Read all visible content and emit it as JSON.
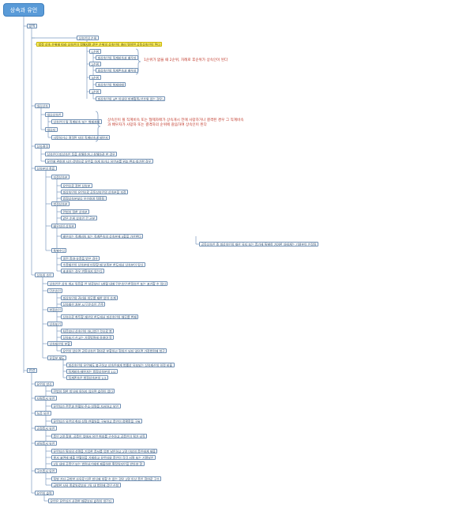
{
  "root": "상속과 유언",
  "sections": {
    "inheritance": "상속",
    "will": "유언"
  },
  "nodes": {
    "inheritors": "상속인의 순위",
    "yellow_note": "법정 상속 순위에 따라 상속인이 정해지며 같은 순위의 상속인이 여러 명이면 공동상속인이 된다",
    "rank1": "1순위",
    "rank1_desc": "피상속인의 직계비속과 배우자",
    "rank2": "2순위",
    "rank2_desc": "피상속인의 직계존속과 배우자",
    "rank3": "3순위",
    "rank3_desc": "피상속인의 형제자매",
    "rank4": "4순위",
    "rank4_desc": "피상속인의 4촌 이내의 방계혈족(선순위 없는 경우)",
    "representation": "대습상속",
    "representation_a": "대습상속인",
    "representation_a_desc": "상속인이 될 직계비속 또는 형제자매",
    "representation_b": "대습자",
    "representation_b_desc": "사망하거나 결격된 자의 직계비속과 배우자",
    "disqualification": "상속결격",
    "disqualification_a": "상속인이 피상속인 등을 살해하거나 살해하려 한 경우",
    "disqualification_b": "유언에 관하여 사기·강박으로 유언을 하게 하거나 유언서를 위조·변조·파기한 경우",
    "shares": "상속분의 종류",
    "share_designated": "지정상속분",
    "share_designated_a": "유언으로 정한 상속분",
    "share_designated_b": "피상속인이 유언으로 공동상속인의 상속분을 지정",
    "share_designated_c": "법정상속분보다 우선하여 적용됨",
    "share_legal": "법정상속분",
    "share_legal_a": "민법이 정한 상속분",
    "share_legal_b": "같은 순위 상속인 간 균분",
    "share_spouse": "배우자의 상속분",
    "share_spouse_a": "배우자는 직계비속 또는 직계존속의 상속분에 5할을 가산한다",
    "share_spouse_b": "공동상속인 중 피상속인의 재산 유지 또는 증가에 특별히 기여한 자에게는 기여분이 인정됨",
    "share_special": "특별수익",
    "share_special_a": "생전 증여·유증을 받은 경우",
    "share_special_b": "수증재산이 상속분에 미달할 때 부족분 한도에서 상속분이 있다",
    "share_special_c": "초과하는 경우 반환하지 않는다",
    "acceptance": "상속의 승인",
    "acceptance_a": "상속인은 상속 개시 있음을 안 날로부터 3개월 내에 단순승인·한정승인 또는 포기할 수 있다",
    "acceptance_b": "단순승인",
    "acceptance_b1": "피상속인의 권리와 의무를 제한 없이 승계",
    "acceptance_b2": "상속재산 처분 시 단순승인 간주",
    "acceptance_c": "한정승인",
    "acceptance_c1": "상속으로 취득할 재산의 한도에서 피상속인의 채무를 변제",
    "acceptance_d": "상속포기",
    "acceptance_d1": "처음부터 상속인이 아니었던 것으로 봄",
    "acceptance_d2": "상속포기 신고는 가정법원에 하여야 함",
    "acceptance_e": "상속재산의 분할",
    "acceptance_e1": "유언이 없으면 공동상속인 협의로 분할하고 협의가 되지 않으면 가정법원에 청구",
    "acceptance_f": "유류분 제도",
    "acceptance_f1": "피상속인의 유언에도 불구하고 상속인에게 법률상 유보되는 상속재산의 일정 비율",
    "acceptance_f2": "직계비속·배우자는 법정상속분의 1/2",
    "acceptance_f3": "직계존속은 법정상속분의 1/3",
    "will_form": "유언의 방식",
    "will_form_a": "민법이 정한 방식에 의하지 않으면 효력이 없다",
    "will_autograph": "자필증서 유언",
    "will_autograph_a": "유언자가 전문과 연월일·주소·성명을 자서하고 날인",
    "will_recording": "녹음 유언",
    "will_recording_a": "유언자가 유언의 취지·성명·연월일을 구술하고 증인이 정확함을 구술",
    "will_notary": "공정증서 유언",
    "will_notary_a": "증인 2명 참여, 공증인 앞에서 유언 취지를 구수하고 공증인이 필기·낭독",
    "will_secret": "비밀증서 유언",
    "will_secret_a": "유언자가 필자의 성명을 기입한 증서를 엄봉 날인하고 2명 이상의 증인에게 제출",
    "will_secret_b": "봉서 표면에 제출 연월일을 기재하고 유언자와 증인이 각각 서명 또는 기명날인",
    "will_secret_c": "5일 내에 공증인 또는 법원서기에게 제출하여 확정일자인을 받아야 함",
    "will_oral": "구수증서 유언",
    "will_oral_a": "질병 기타 급박한 사유로 다른 방식에 의할 수 없는 경우 2명 이상 증인 참여로 구수",
    "will_oral_b": "급박한 사유 종료일로부터 7일 내 법원에 검인 신청",
    "will_effect": "유언의 효력",
    "will_effect_a": "유언은 유언자가 사망한 때로부터 효력이 생긴다"
  },
  "notes": {
    "rank_note": "1순위가 없을 때 2순위, 차례로 후순위가 상속인이 된다",
    "rep_note": "상속인이 될 직계비속 또는 형제자매가 상속개시 전에 사망하거나 결격된 경우 그 직계비속과 배우자가 사망자 또는 결격자의 순위에 갈음하여 상속인이 된다"
  },
  "colors": {
    "root_fill": "#5a9bd8",
    "line": "#7e9cc0",
    "highlight": "#fff46a",
    "note_text": "#c0392b"
  }
}
